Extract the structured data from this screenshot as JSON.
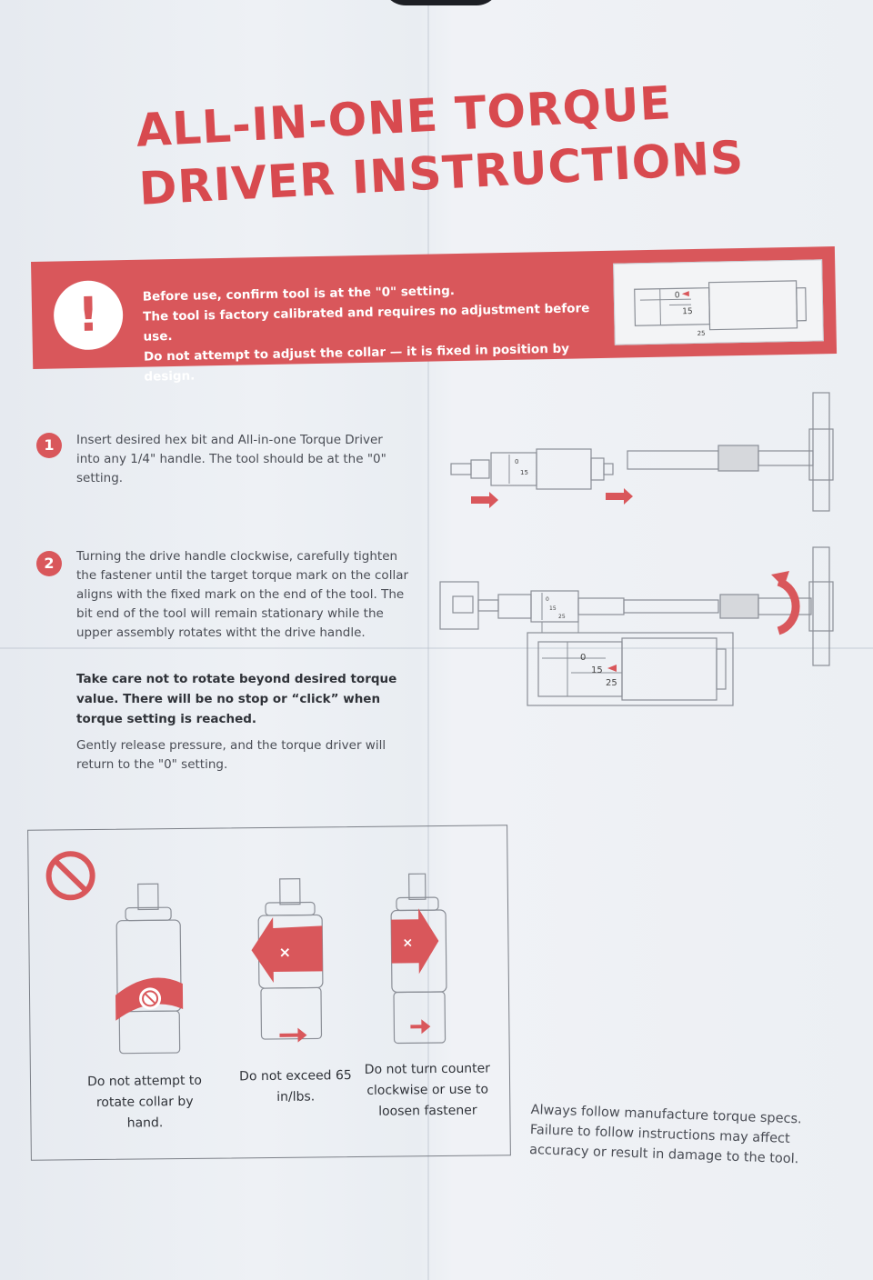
{
  "title": {
    "line1": "ALL-IN-ONE TORQUE",
    "line2": "DRIVER INSTRUCTIONS"
  },
  "warning_banner": {
    "icon": "exclamation-icon",
    "line1": "Before use, confirm tool is at the \"0\" setting.",
    "line2": "The tool is factory calibrated and requires no adjustment before use.",
    "line3": "Do not attempt to adjust the collar — it is fixed in position by design.",
    "diagram": {
      "mark0": "0",
      "mark15": "15",
      "mark25": "25"
    }
  },
  "steps": [
    {
      "number": "1",
      "text": "Insert desired hex bit and All-in-one Torque Driver into any 1/4\" handle. The tool should be at the \"0\" setting.",
      "diagram": {
        "mark0": "0",
        "mark15": "15"
      }
    },
    {
      "number": "2",
      "text": "Turning the drive handle clockwise, carefully tighten the fastener until the target torque mark on the collar aligns with the fixed mark on the end of the tool. The bit end of the tool will remain stationary while the upper assembly rotates witht the drive handle.",
      "bold_text": "Take care not to rotate beyond desired torque value. There will be no stop or “click” when torque setting is reached.",
      "release_text": "Gently release pressure, and the torque driver will return to the \"0\" setting.",
      "diagram": {
        "mark0": "0",
        "mark15": "15",
        "mark25": "25"
      }
    }
  ],
  "prohibitions": {
    "icon": "no-symbol-icon",
    "items": [
      {
        "caption": "Do not attempt to rotate collar by hand."
      },
      {
        "caption": "Do not exceed 65 in/lbs."
      },
      {
        "caption": "Do not turn counter clockwise or use to loosen fastener"
      }
    ]
  },
  "footer": {
    "text": "Always follow manufacture torque specs. Failure to follow instructions may affect accuracy or result in damage to the tool."
  },
  "colors": {
    "accent": "#d9575b",
    "text": "#4a4d55",
    "paper": "#eceff3"
  }
}
